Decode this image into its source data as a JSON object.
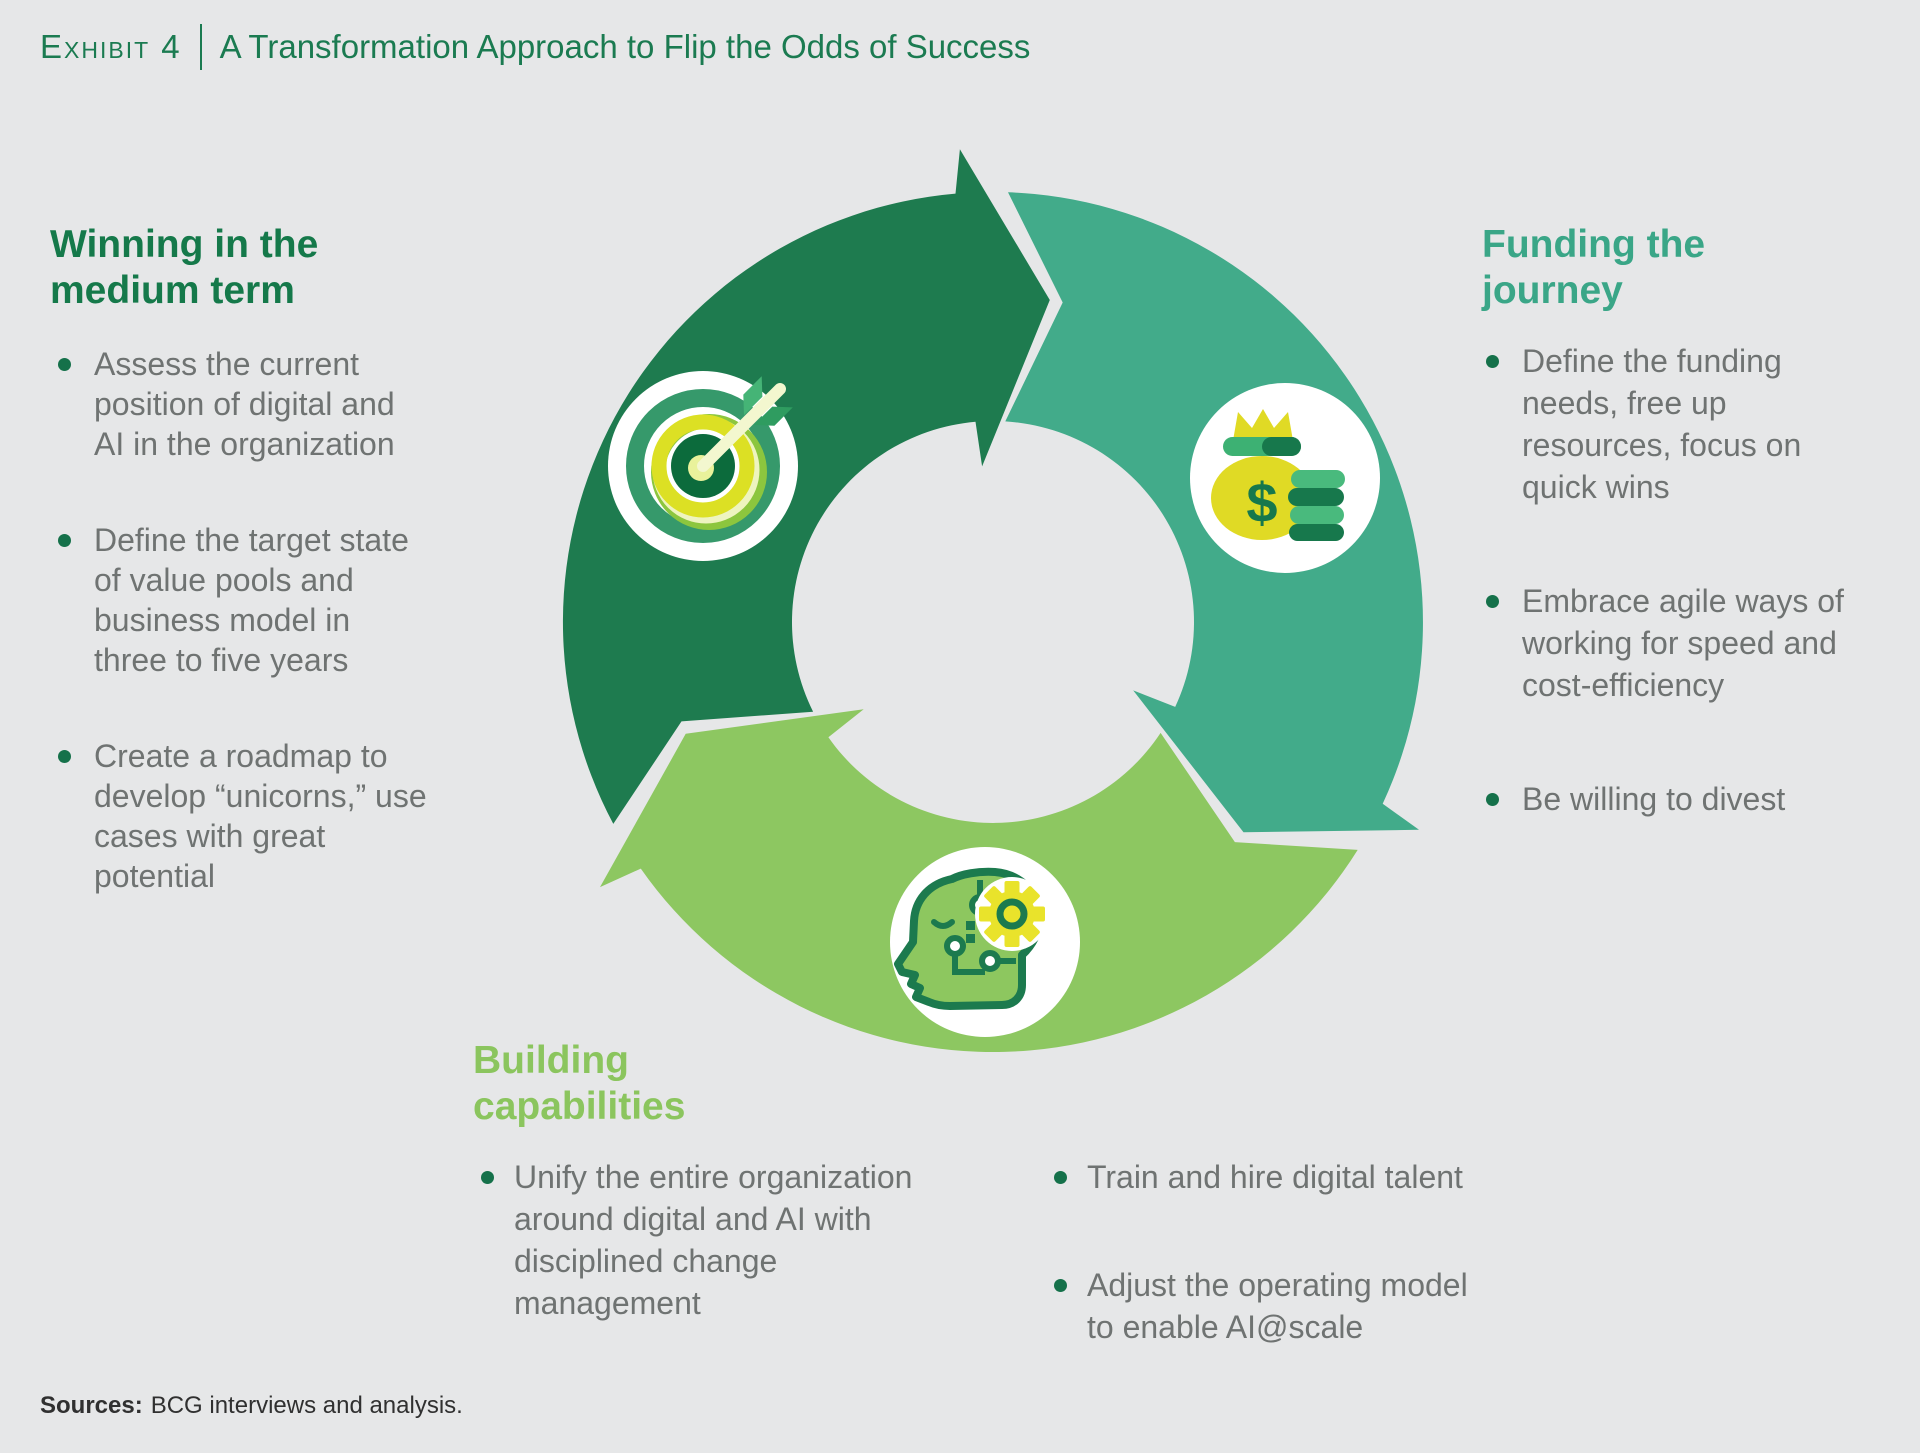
{
  "title": {
    "exhibit_label": "Exhibit 4",
    "text": "A Transformation Approach to Flip the Odds of Success"
  },
  "colors": {
    "background": "#e6e7e8",
    "title_green": "#1b7b51",
    "body_text": "#6f7372",
    "bullet_dot": "#15714a",
    "heading_dark_green": "#15794a",
    "heading_teal": "#3aa687",
    "heading_light_green": "#8bc55e"
  },
  "sections": {
    "winning": {
      "heading": [
        "Winning in the",
        "medium term"
      ],
      "items": [
        [
          "Assess the current",
          "position of digital and",
          "AI in the organization"
        ],
        [
          "Define the target state",
          "of value pools and",
          "business model in",
          "three to five years"
        ],
        [
          "Create a roadmap to",
          "develop “unicorns,” use",
          "cases with great",
          "potential"
        ]
      ]
    },
    "funding": {
      "heading": [
        "Funding the",
        "journey"
      ],
      "items": [
        [
          "Define the funding",
          "needs, free up",
          "resources, focus on",
          "quick wins"
        ],
        [
          "Embrace agile ways of",
          "working for speed and",
          "cost-efficiency"
        ],
        [
          "Be willing to divest"
        ]
      ]
    },
    "building": {
      "heading": [
        "Building",
        "capabilities"
      ],
      "items_col1": [
        [
          "Unify the entire organization",
          "around digital and AI with",
          "disciplined change",
          "management"
        ]
      ],
      "items_col2": [
        [
          "Train and hire digital talent"
        ],
        [
          "Adjust the operating model",
          "to enable AI@scale"
        ]
      ]
    }
  },
  "footer": {
    "label": "Sources:",
    "text": "BCG interviews and analysis."
  },
  "diagram": {
    "segments": [
      {
        "id": "winning",
        "color": "#1e7b4f",
        "icon": "target-icon"
      },
      {
        "id": "funding",
        "color": "#42ab8a",
        "icon": "money-bag-icon"
      },
      {
        "id": "building",
        "color": "#8dc761",
        "icon": "head-gear-icon"
      }
    ]
  }
}
